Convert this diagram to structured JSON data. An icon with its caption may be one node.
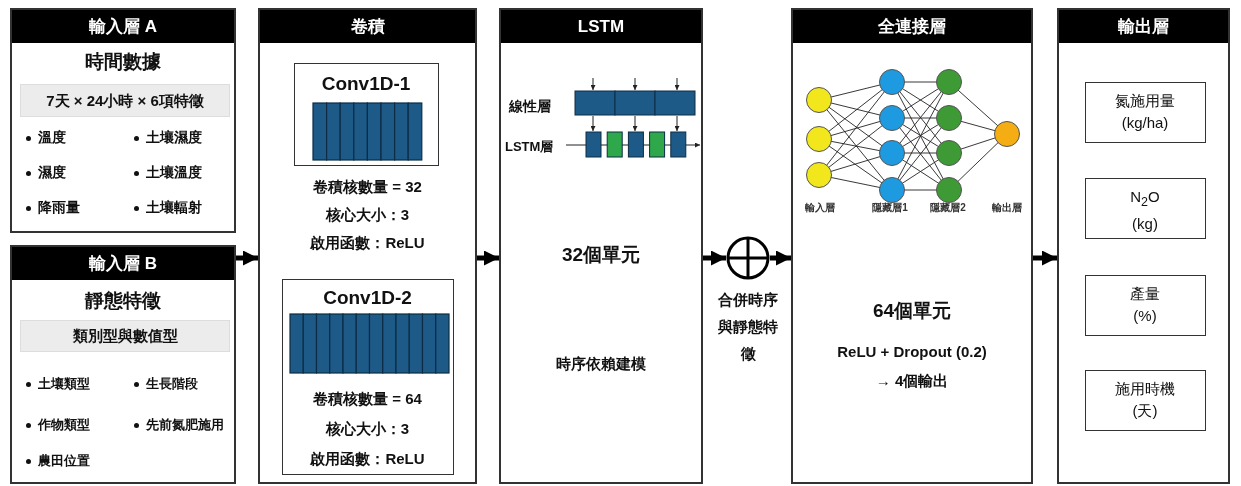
{
  "diagram": {
    "nodes": [
      {
        "text": [
          "輸入層 A",
          "時間數據",
          "溫度",
          "土壤濕度",
          "濕度",
          "土壤溫度",
          "降雨量",
          "土壤輻射"
        ]
      },
      {
        "text": [
          "7天 × 24小時 × 6項特徵"
        ],
        "in": 0
      },
      {
        "text": [
          "輸入層 B",
          "靜態特徵",
          "土壤類型",
          "生長階段",
          "作物類型",
          "先前氮肥施用",
          "農田位置"
        ]
      },
      {
        "text": [
          "類別型與數值型"
        ],
        "in": 2
      },
      {
        "text": [
          "卷積",
          "卷積核數量 = 32",
          "核心大小：3",
          "啟用函數：ReLU"
        ]
      },
      {
        "text": [
          "Conv1D-1"
        ],
        "in": 4
      },
      {
        "text": [
          "Conv1D-2",
          "卷積核數量 = 64",
          "核心大小：3",
          "啟用函數：ReLU"
        ],
        "in": 4
      },
      {
        "text": [
          "LSTM",
          "線性層",
          "LSTM層",
          "32個單元",
          "時序依賴建模"
        ]
      },
      {
        "text": [],
        "shape": "circle",
        "beside": [
          "合併時序與靜態特徵"
        ]
      },
      {
        "text": [
          "全連接層",
          "輸入層",
          "隱藏層1",
          "隱藏層2",
          "輸出層",
          "64個單元",
          "ReLU + Dropout (0.2)",
          "→ 4個輸出"
        ]
      },
      {
        "text": [
          "輸出層"
        ]
      },
      {
        "text": [
          "氮施用量 (kg/ha)"
        ],
        "in": 10
      },
      {
        "text": [
          "N$_{2}$O (kg)"
        ],
        "in": 10
      },
      {
        "text": [
          "產量 (%)"
        ],
        "in": 10
      },
      {
        "text": [
          "施用時機 (天)"
        ],
        "in": 10
      }
    ],
    "edges": [
      {
        "from": 2,
        "to": 4,
        "arrow": "to"
      },
      {
        "from": 4,
        "to": 7,
        "arrow": "to"
      },
      {
        "from": 7,
        "to": 8,
        "arrow": "to"
      },
      {
        "from": 8,
        "to": 9,
        "arrow": "to"
      },
      {
        "from": 9,
        "to": 10,
        "arrow": "to"
      }
    ]
  }
}
